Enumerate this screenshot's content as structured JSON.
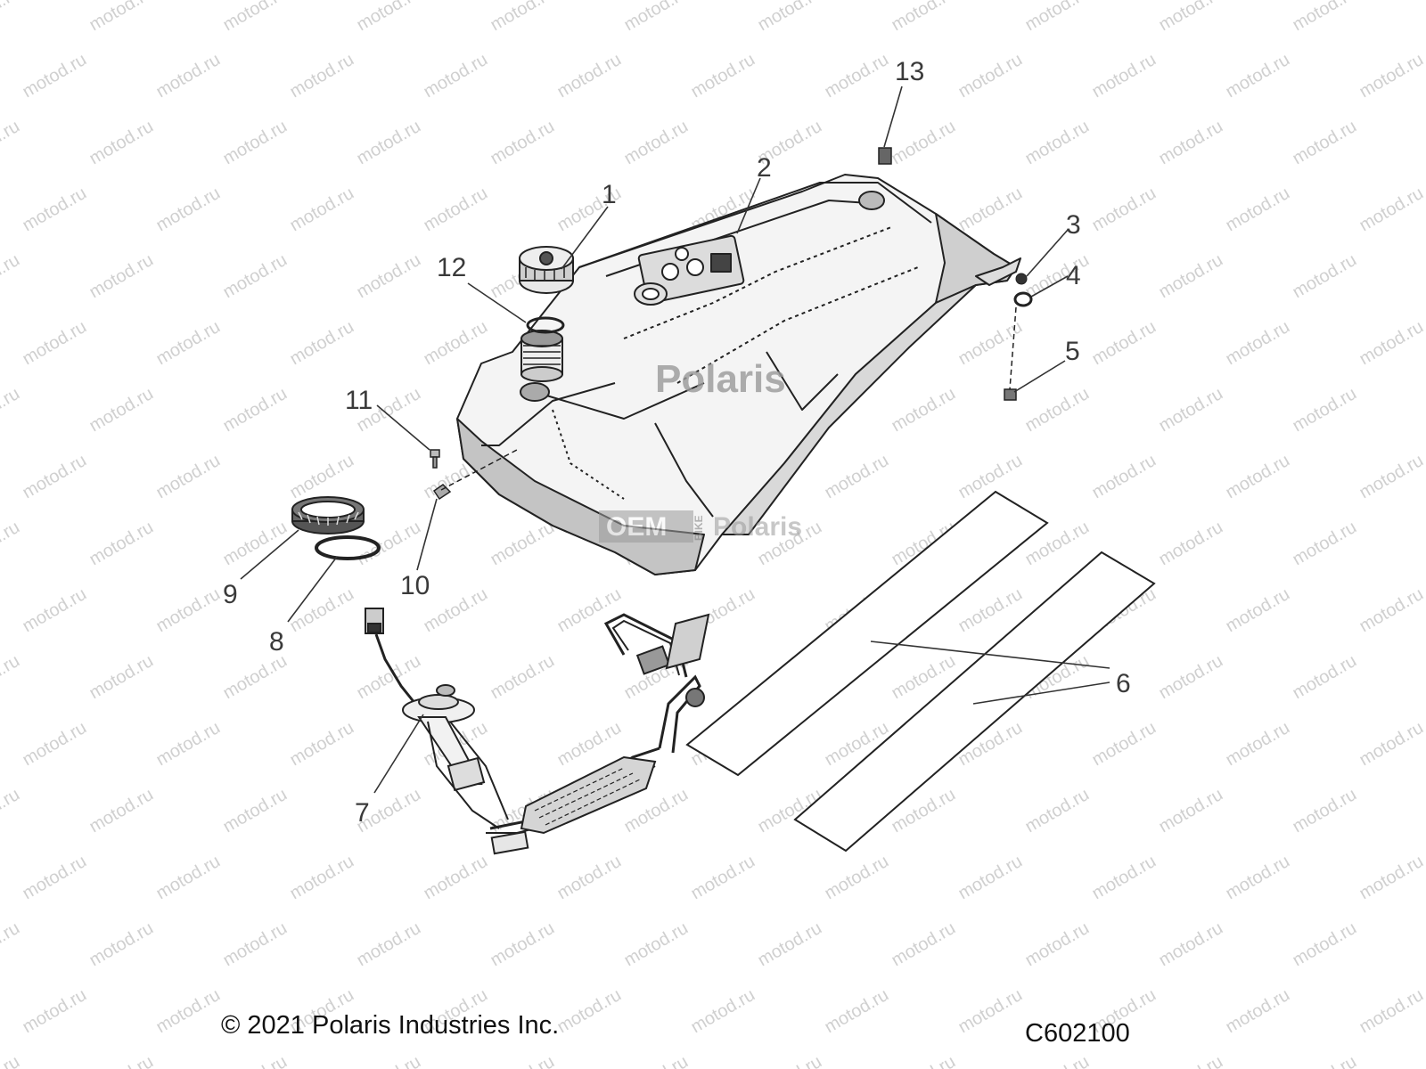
{
  "callouts": [
    "1",
    "2",
    "3",
    "4",
    "5",
    "6",
    "7",
    "8",
    "9",
    "10",
    "11",
    "12",
    "13"
  ],
  "tank_logo": "Polaris",
  "watermark": {
    "text": "motod.ru",
    "brand_left": "OEM",
    "brand_mid": "BIKE",
    "brand_right": "Polaris"
  },
  "footer": {
    "copyright": "© 2021 Polaris Industries Inc.",
    "figure_code": "C602100"
  },
  "colors": {
    "line": "#222222",
    "tank_fill": "#f4f4f4",
    "tank_shade": "#c9c9c9",
    "dark_part": "#555555",
    "watermark": "#d0d0d0"
  }
}
